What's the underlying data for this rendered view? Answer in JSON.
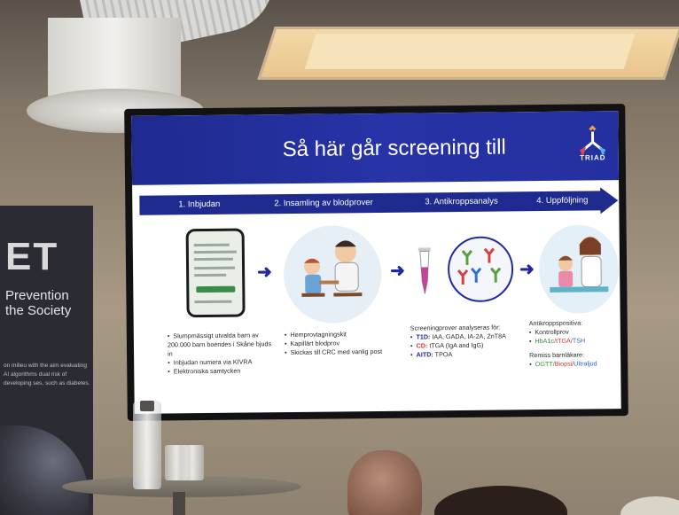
{
  "slide": {
    "title": "Så här går screening till",
    "logo_text": "TRIAD",
    "steps": [
      "1. Inbjudan",
      "2. Insamling av blodprover",
      "3. Antikroppsanalys",
      "4. Uppföljning"
    ],
    "col1": [
      "Slumpmässigt utvalda barn av 200.000 barn boendes i Skåne bjuds in",
      "Inbjudan numera via KIVRA",
      "Elektroniska samtycken"
    ],
    "col2": [
      "Hemprovtagningskit",
      "Kapillärt blodprov",
      "Skickas till CRC med vanlig post"
    ],
    "col3": {
      "heading": "Screeningprover analyseras för:",
      "t1d_label": "T1D:",
      "t1d_text": " IAA, GADA, IA-2A, ZnT8A",
      "cd_label": "CD:",
      "cd_text": " tTGA (IgA and IgG)",
      "aitd_label": "AITD:",
      "aitd_text": " TPOA"
    },
    "col4": {
      "heading": "Antikroppspositiva:",
      "item1": "Kontrollprov",
      "item2_a": "HbA1c/",
      "item2_b": "tTGA/",
      "item2_c": "TSH",
      "referral": "Remiss barnläkare:",
      "item3_a": "OGTT/",
      "item3_b": "Biopsi/",
      "item3_c": "Ultraljud"
    }
  },
  "banner": {
    "big": "ET",
    "line1": "Prevention",
    "line2": "the Society",
    "small": "on milieu with the aim evaluating AI algorithms dual risk of developing ses, such as diabetes."
  },
  "colors": {
    "slide_blue": "#2733a6",
    "accent_red": "#d63232",
    "accent_green": "#2f8f3a"
  }
}
